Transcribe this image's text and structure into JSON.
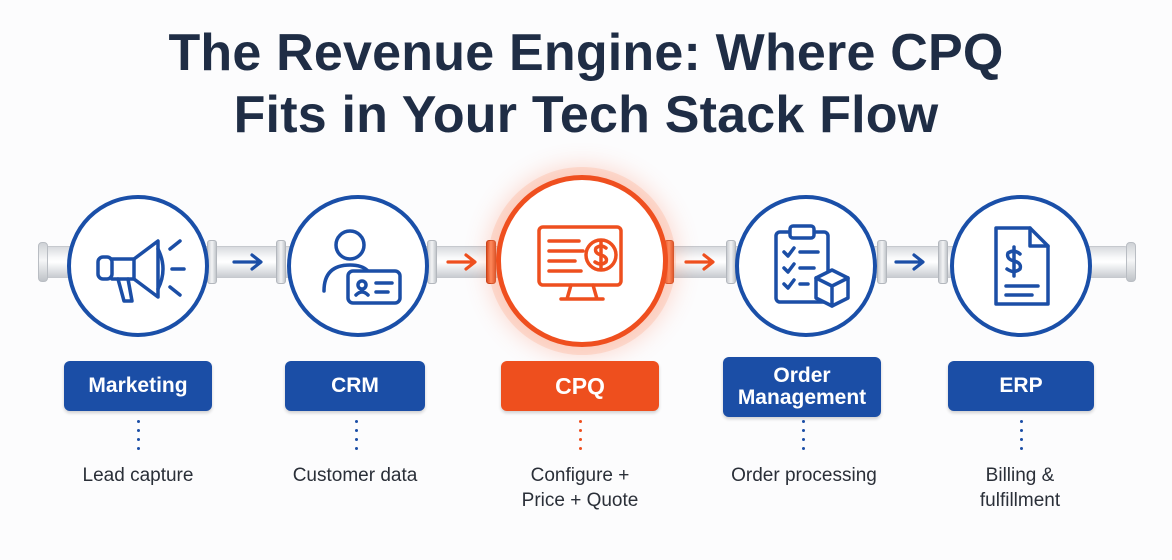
{
  "title": {
    "line1": "The Revenue Engine: Where CPQ",
    "line2": "Fits in Your Tech Stack Flow"
  },
  "colors": {
    "blue": "#1b4ea6",
    "orange": "#ee4f1e",
    "text": "#1f2d45"
  },
  "stages": [
    {
      "name": "Marketing",
      "icon": "megaphone-icon",
      "desc": [
        "Lead capture"
      ],
      "highlight": false
    },
    {
      "name": "CRM",
      "icon": "user-id-card-icon",
      "desc": [
        "Customer data"
      ],
      "highlight": false
    },
    {
      "name": "CPQ",
      "icon": "monitor-dollar-icon",
      "desc": [
        "Configure +",
        "Price + Quote"
      ],
      "highlight": true
    },
    {
      "name_lines": [
        "Order",
        "Management"
      ],
      "icon": "clipboard-checklist-box-icon",
      "desc": [
        "Order processing"
      ],
      "highlight": false
    },
    {
      "name": "ERP",
      "icon": "dollar-document-icon",
      "desc": [
        "Billing &",
        "fulfillment"
      ],
      "highlight": false
    }
  ],
  "connectors": [
    {
      "icon": "arrow-right-icon",
      "color": "blue"
    },
    {
      "icon": "arrow-right-icon",
      "color": "orange"
    },
    {
      "icon": "arrow-right-icon",
      "color": "orange"
    },
    {
      "icon": "arrow-right-icon",
      "color": "blue"
    }
  ]
}
